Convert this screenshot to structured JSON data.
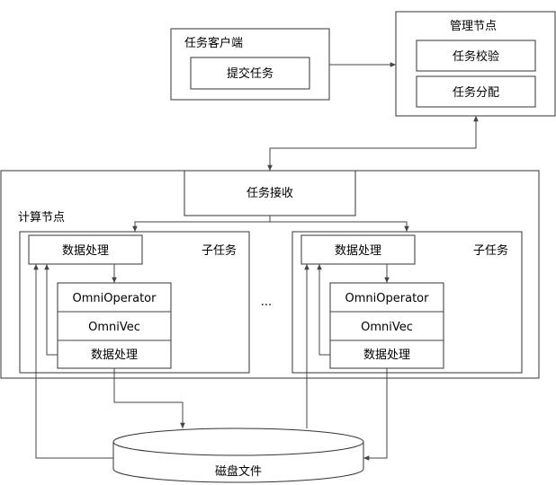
{
  "client": {
    "title": "任务客户端",
    "submit_label": "提交任务"
  },
  "manager": {
    "title": "管理节点",
    "validate_label": "任务校验",
    "assign_label": "任务分配"
  },
  "compute": {
    "title": "计算节点",
    "receive_label": "任务接收",
    "ellipsis": "...",
    "subtasks": [
      {
        "title": "子任务",
        "process_label": "数据处理",
        "stack": [
          "OmniOperator",
          "OmniVec",
          "数据处理"
        ]
      },
      {
        "title": "子任务",
        "process_label": "数据处理",
        "stack": [
          "OmniOperator",
          "OmniVec",
          "数据处理"
        ]
      }
    ]
  },
  "disk": {
    "label": "磁盘文件"
  }
}
